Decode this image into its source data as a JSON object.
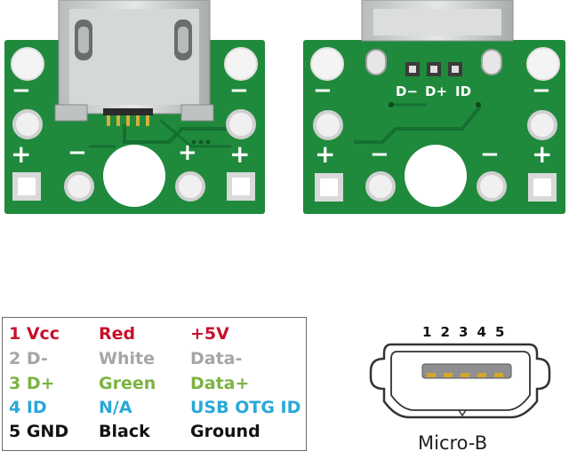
{
  "colors": {
    "pcb": "#1f8a3c",
    "pcb_dark": "#157030",
    "silkscreen": "#ffffff",
    "metal": "#c9cccc",
    "pad": "#dcdcdc",
    "red": "#c8102e",
    "gray": "#a6a6a6",
    "green": "#7cb342",
    "blue": "#29a8d8",
    "black": "#111111"
  },
  "front_board": {
    "markings": [
      "+",
      "−",
      "+",
      "−",
      "−",
      "+"
    ]
  },
  "back_board": {
    "signal_labels": [
      "D−",
      "D+",
      "ID"
    ],
    "markings": [
      "−",
      "+",
      "−",
      "+",
      "−",
      "−"
    ]
  },
  "pin_table": {
    "rows": [
      {
        "pin": "1 Vcc",
        "wire": "Red",
        "signal": "+5V",
        "color": "#c8102e"
      },
      {
        "pin": "2 D-",
        "wire": "White",
        "signal": "Data-",
        "color": "#a6a6a6"
      },
      {
        "pin": "3 D+",
        "wire": "Green",
        "signal": "Data+",
        "color": "#7cb342"
      },
      {
        "pin": "4 ID",
        "wire": "N/A",
        "signal": "USB OTG ID",
        "color": "#29a8d8"
      },
      {
        "pin": "5 GND",
        "wire": "Black",
        "signal": "Ground",
        "color": "#111111"
      }
    ]
  },
  "connector": {
    "pin_numbers": [
      "1",
      "2",
      "3",
      "4",
      "5"
    ],
    "label": "Micro-B"
  }
}
